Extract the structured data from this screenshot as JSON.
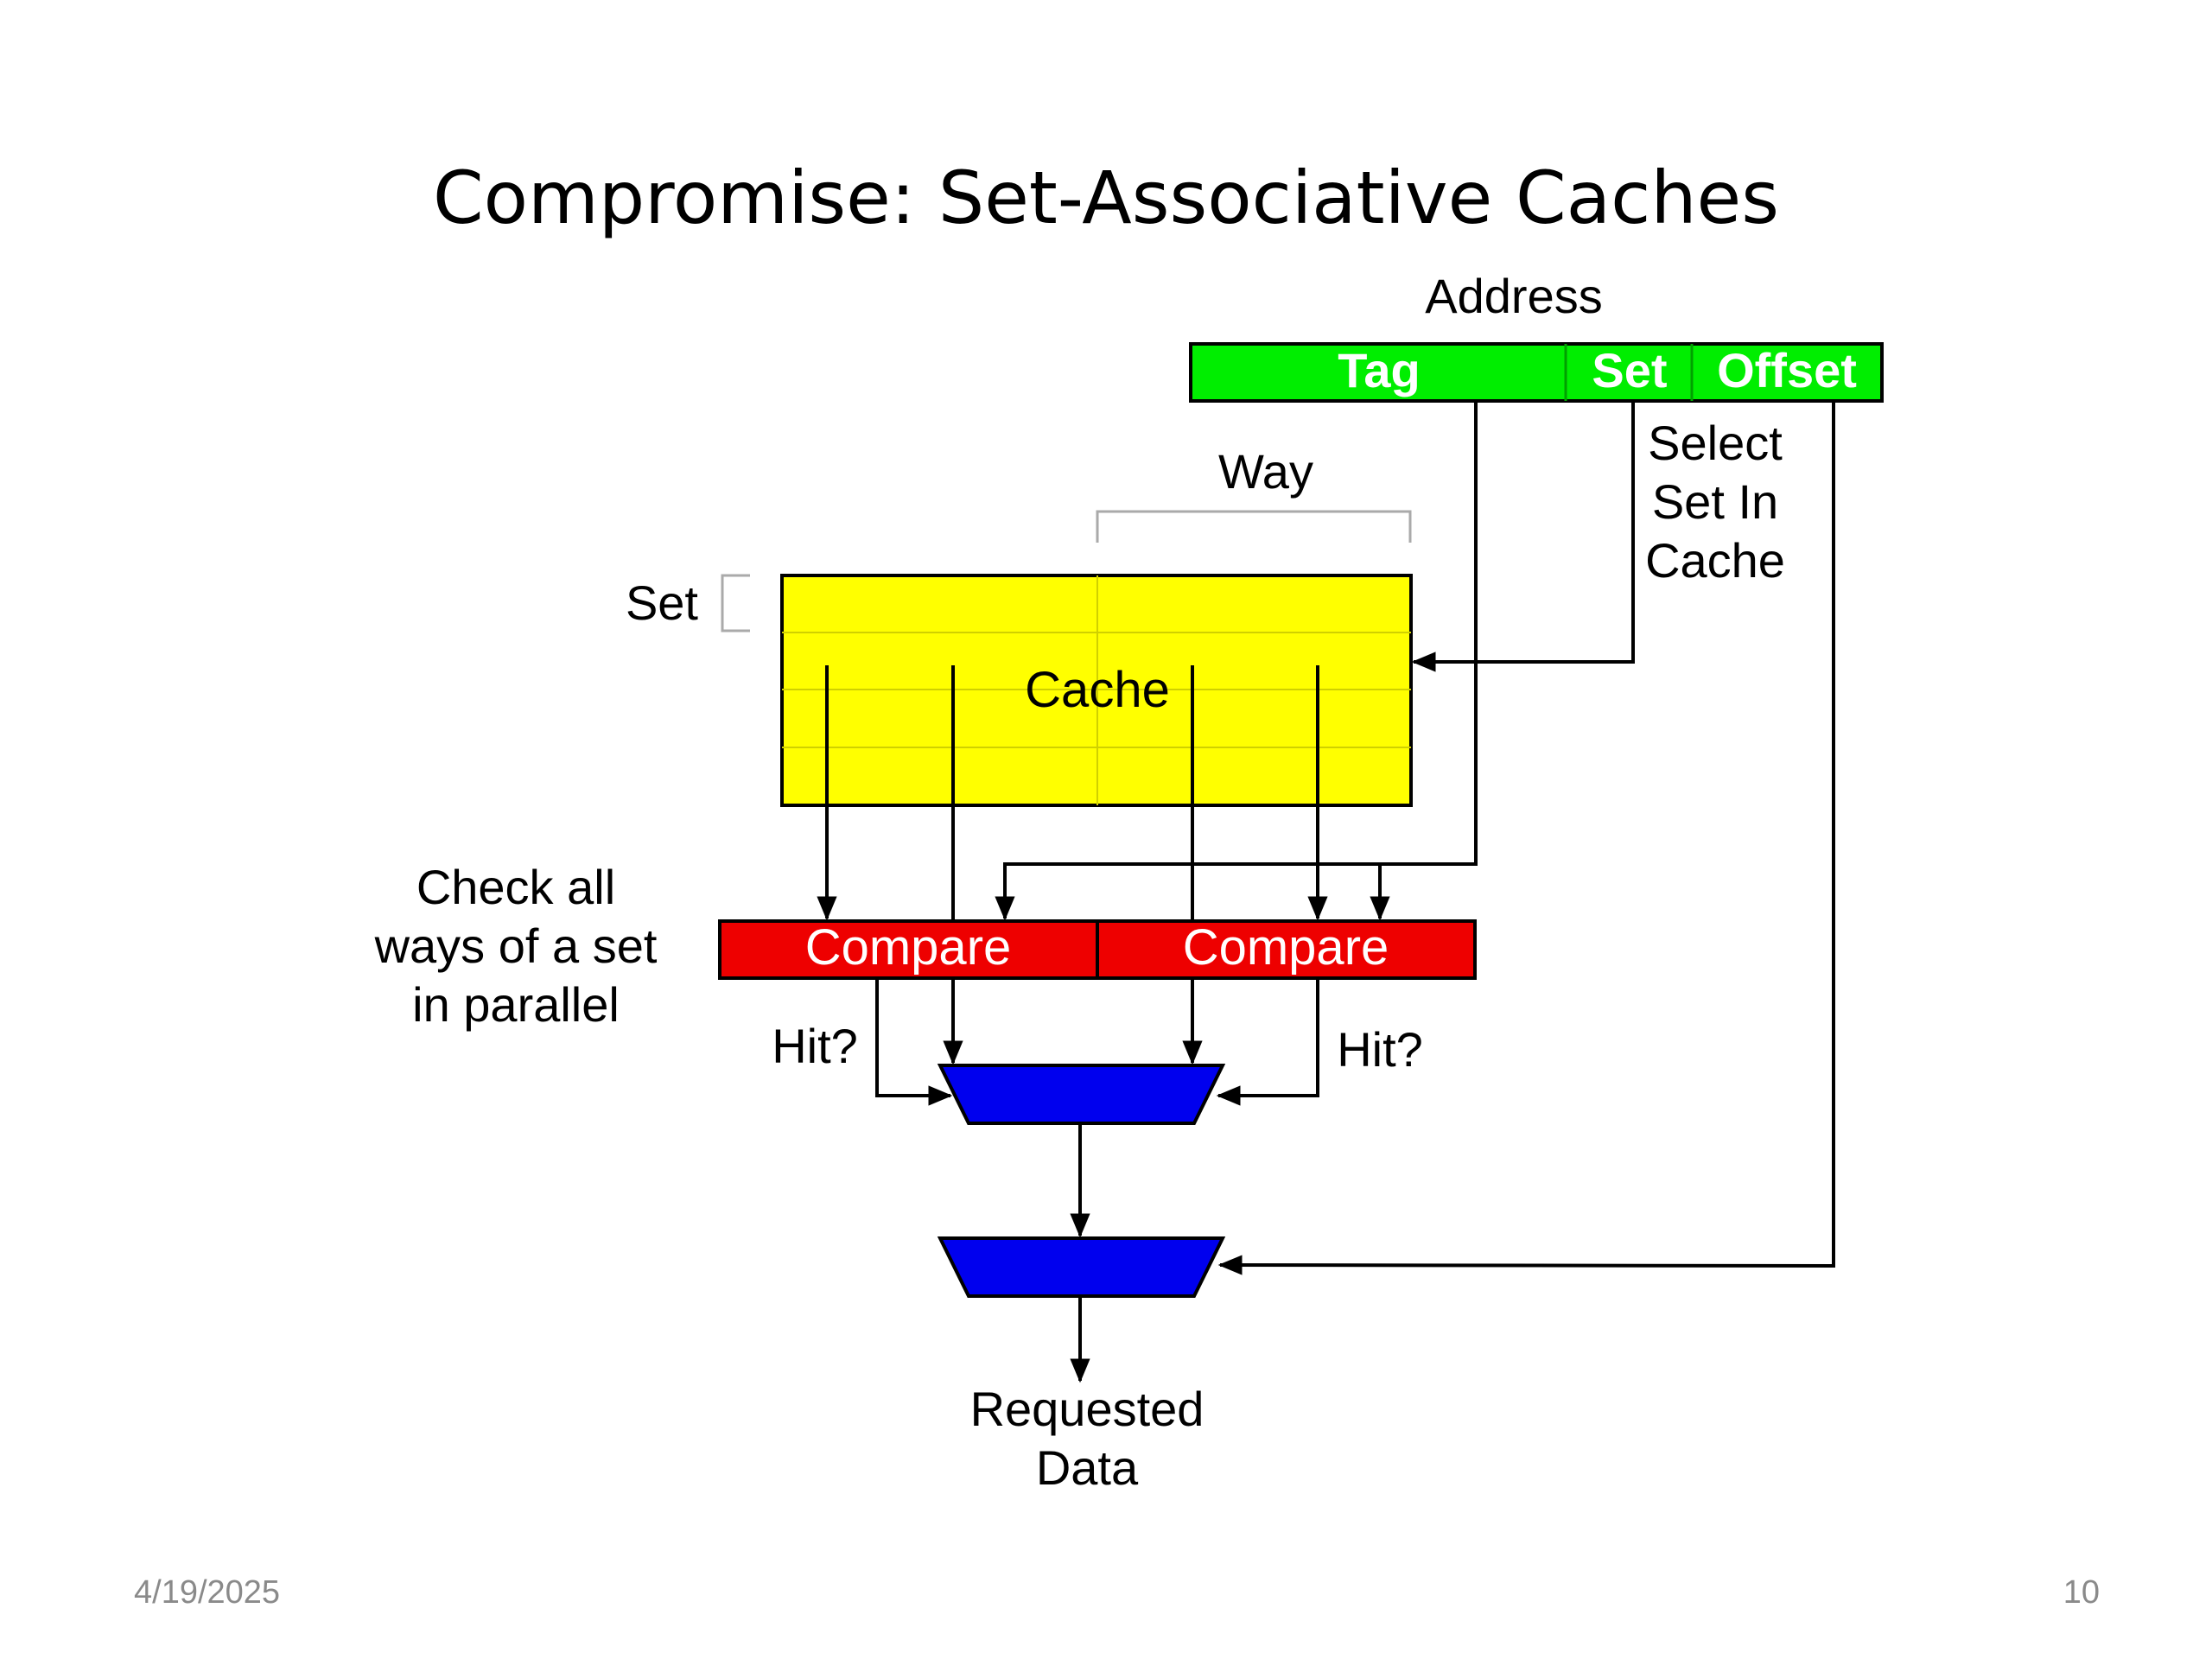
{
  "slide": {
    "title": "Compromise: Set-Associative Caches",
    "date": "4/19/2025",
    "page_number": "10"
  },
  "diagram": {
    "address_label": "Address",
    "address_fields": {
      "tag": "Tag",
      "set": "Set",
      "offset": "Offset"
    },
    "select_set_lines": [
      "Select",
      "Set In",
      "Cache"
    ],
    "way_label": "Way",
    "set_label": "Set",
    "cache_label": "Cache",
    "check_lines": [
      "Check all",
      "ways of a set",
      "in parallel"
    ],
    "compare_labels": [
      "Compare",
      "Compare"
    ],
    "hit_labels": [
      "Hit?",
      "Hit?"
    ],
    "requested_lines": [
      "Requested",
      "Data"
    ],
    "colors": {
      "address_field": "#00ee00",
      "cache": "#ffff00",
      "compare": "#ee0000",
      "mux": "#0000ee",
      "line": "#000000"
    }
  }
}
